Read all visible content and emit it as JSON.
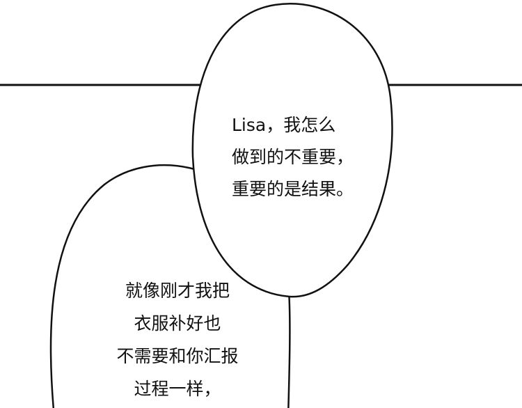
{
  "panel": {
    "bubble_top": {
      "lines": [
        "Lisa，我怎么",
        "做到的不重要，",
        "重要的是结果。"
      ]
    },
    "bubble_bottom": {
      "lines": [
        "就像刚才我把",
        "衣服补好也",
        "不需要和你汇报",
        "过程一样，"
      ]
    },
    "colors": {
      "ink": "#111111",
      "paper": "#ffffff"
    }
  }
}
